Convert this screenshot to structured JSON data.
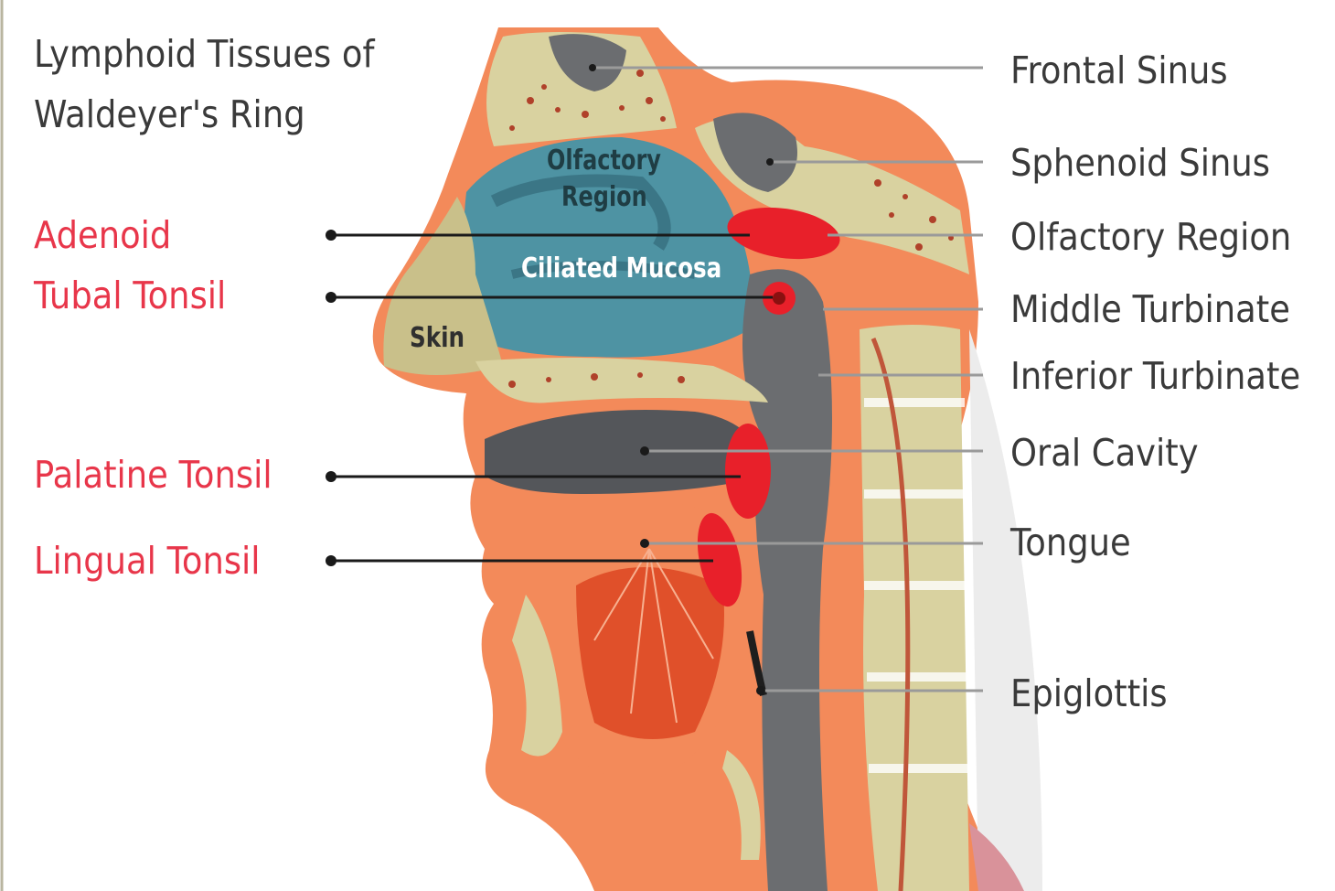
{
  "title": {
    "line1": "Lymphoid Tissues of",
    "line2": "Waldeyer's Ring"
  },
  "left_labels": {
    "adenoid": "Adenoid",
    "tubal_tonsil": "Tubal Tonsil",
    "palatine_tonsil": "Palatine Tonsil",
    "lingual_tonsil": "Lingual Tonsil"
  },
  "right_labels": {
    "frontal_sinus": "Frontal Sinus",
    "sphenoid_sinus": "Sphenoid Sinus",
    "olfactory_region": "Olfactory Region",
    "middle_turbinate": "Middle Turbinate",
    "inferior_turbinate": "Inferior Turbinate",
    "oral_cavity": "Oral Cavity",
    "tongue": "Tongue",
    "epiglottis": "Epiglottis"
  },
  "inner_labels": {
    "olfactory_line1": "Olfactory",
    "olfactory_line2": "Region",
    "ciliated_mucosa": "Ciliated Mucosa",
    "skin": "Skin"
  },
  "colors": {
    "tonsil_red": "#e8202a",
    "label_red": "#e8364a",
    "label_dark": "#3a3a3a",
    "skin_orange": "#f38a5a",
    "bone_beige": "#d9d2a0",
    "mucosa_teal": "#4e93a3",
    "pharynx_gray": "#6b6d70"
  }
}
